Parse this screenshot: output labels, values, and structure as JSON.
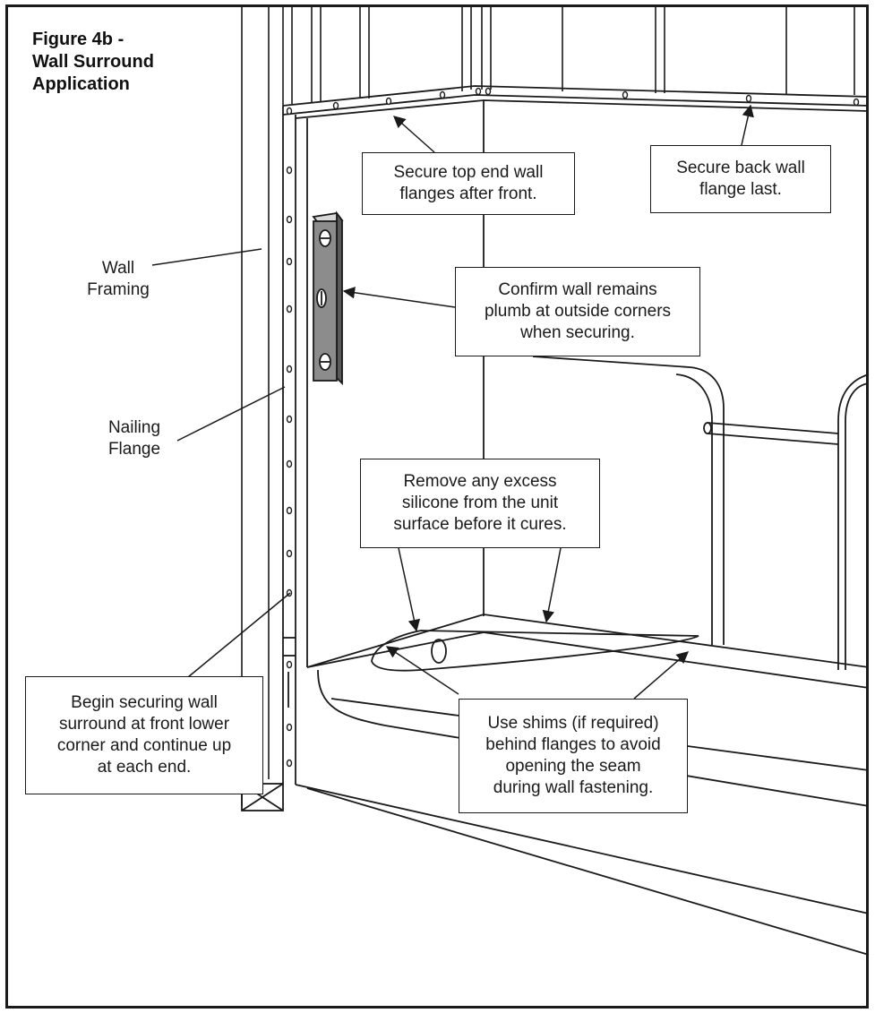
{
  "figure": {
    "title_lines": [
      "Figure 4b -",
      "Wall Surround",
      "Application"
    ]
  },
  "labels": {
    "wall_framing": [
      "Wall",
      "Framing"
    ],
    "nailing_flange": [
      "Nailing",
      "Flange"
    ]
  },
  "callouts": {
    "top_end": [
      "Secure top end wall",
      "flanges after front."
    ],
    "back_wall": [
      "Secure back wall",
      "flange last."
    ],
    "plumb": [
      "Confirm wall remains",
      "plumb at outside corners",
      "when securing."
    ],
    "silicone": [
      "Remove any excess",
      "silicone from the unit",
      "surface before it cures."
    ],
    "begin": [
      "Begin securing wall",
      "surround at front lower",
      "corner and continue up",
      "at each end."
    ],
    "shims": [
      "Use shims (if required)",
      "behind flanges to avoid",
      "opening the seam",
      "during wall fastening."
    ]
  },
  "colors": {
    "line": "#1a1a1a",
    "level_fill": "#8c8c8c",
    "background": "#ffffff"
  }
}
